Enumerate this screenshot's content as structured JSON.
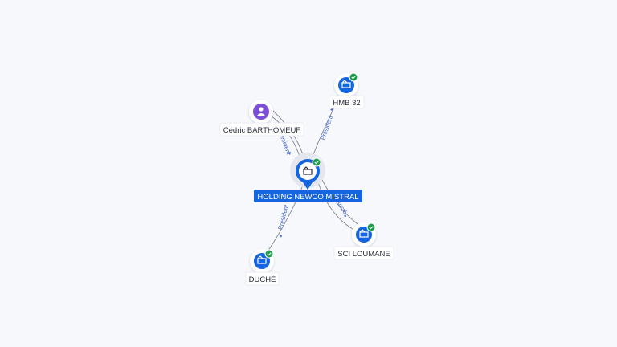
{
  "center": {
    "label": "HOLDING NEWCO MISTRAL",
    "icon": "building-icon",
    "status": "check-icon",
    "color": "#1565e0"
  },
  "nodes": [
    {
      "id": "hmb32",
      "label": "HMB 32",
      "kind": "company",
      "icon": "building-icon",
      "verified": true
    },
    {
      "id": "cedric",
      "label": "Cédric BARTHOMEUF",
      "kind": "person",
      "icon": "person-icon",
      "verified": false
    },
    {
      "id": "sci",
      "label": "SCI LOUMANE",
      "kind": "company",
      "icon": "building-icon",
      "verified": true
    },
    {
      "id": "duche",
      "label": "DUCHÉ",
      "kind": "company",
      "icon": "building-icon",
      "verified": true
    }
  ],
  "edges": [
    {
      "from": "center",
      "to": "hmb32",
      "label": "Président"
    },
    {
      "from": "cedric",
      "to": "center",
      "label": "Président"
    },
    {
      "from": "center",
      "to": "sci",
      "label": "Associé"
    },
    {
      "from": "center",
      "to": "duche",
      "label": "Président"
    }
  ],
  "colors": {
    "company": "#1565e0",
    "person": "#7b4fd6",
    "verified": "#1f9d4c",
    "edge": "#7f8593",
    "edge_label": "#3d63c8"
  }
}
